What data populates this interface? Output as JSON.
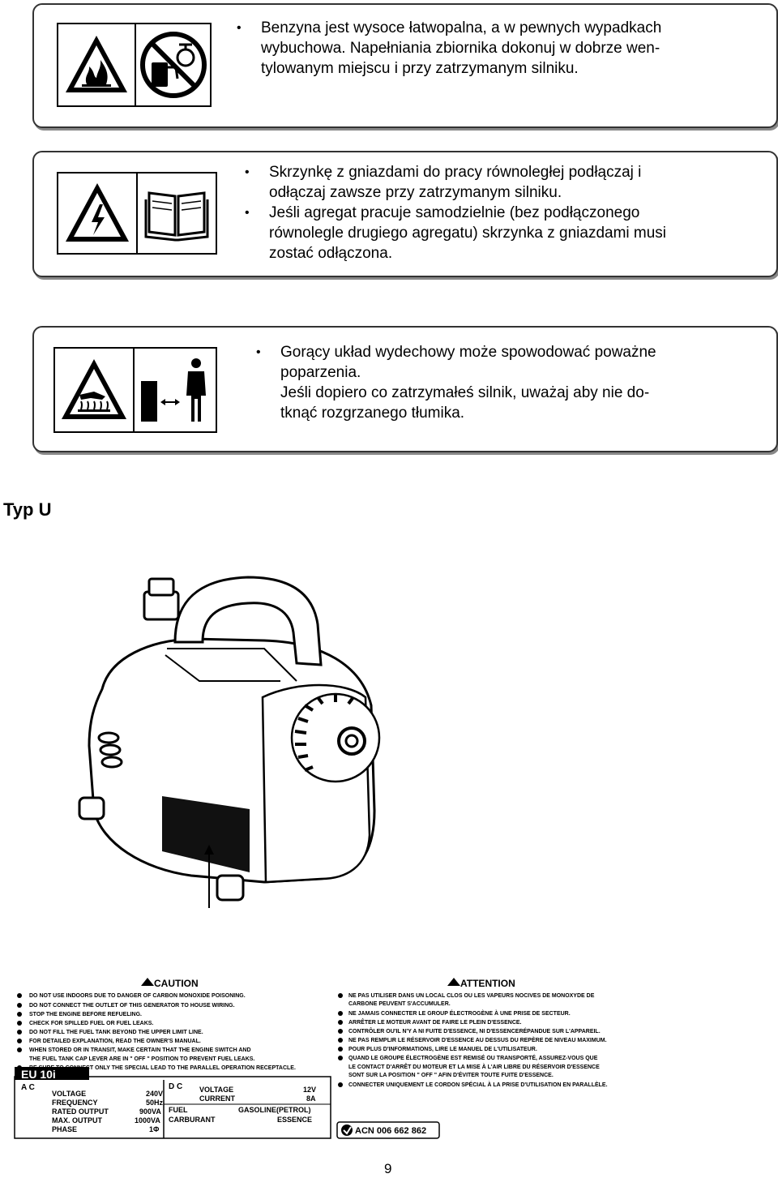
{
  "warnings": {
    "fuel": {
      "lines": [
        "Benzyna jest wysoce łatwopalna, a w pewnych wypadkach",
        "wybuchowa. Napełniania zbiornika dokonuj w dobrze wen-",
        "tylowanym miejscu i przy zatrzymanym silniku."
      ],
      "icons": [
        "fire-warning-icon",
        "no-fuel-running-icon"
      ]
    },
    "electric": {
      "item1": [
        "Skrzynkę z gniazdami do pracy równoległej podłączaj i",
        "odłączaj zawsze przy zatrzymanym silniku."
      ],
      "item2": [
        "Jeśli agregat pracuje samodzielnie (bez podłączonego",
        "równolegle drugiego agregatu) skrzynka z gniazdami musi",
        "zostać odłączona."
      ],
      "icons": [
        "electric-shock-warning-icon",
        "read-manual-icon"
      ]
    },
    "exhaust": {
      "item1": [
        "Gorący układ wydechowy może spowodować poważne",
        "poparzenia."
      ],
      "item2": [
        "Jeśli dopiero co zatrzymałeś silnik, uważaj aby nie do-",
        "tknąć rozgrzanego tłumika."
      ],
      "icons": [
        "hot-surface-warning-icon",
        "keep-distance-icon"
      ]
    }
  },
  "heading": "Typ U",
  "label": {
    "caution_title": "CAUTION",
    "caution_lines": [
      "DO NOT USE INDOORS DUE TO DANGER OF CARBON MONOXIDE POISONING.",
      "DO NOT CONNECT THE OUTLET OF THIS GENERATOR TO HOUSE WIRING.",
      "STOP THE ENGINE BEFORE REFUELING.",
      "CHECK FOR SPILLED FUEL OR FUEL LEAKS.",
      "DO NOT FILL THE FUEL TANK BEYOND THE UPPER LIMIT LINE.",
      "FOR DETAILED EXPLANATION, READ THE OWNER'S MANUAL.",
      "WHEN STORED OR IN TRANSIT, MAKE CERTAIN THAT THE ENGINE SWITCH AND",
      "THE FUEL TANK CAP LEVER ARE IN \" OFF \" POSITION TO PREVENT FUEL LEAKS.",
      "BE SURE TO CONNECT ONLY THE SPECIAL LEAD TO THE PARALLEL OPERATION RECEPTACLE."
    ],
    "attention_title": "ATTENTION",
    "attention_lines": [
      "NE PAS UTILISER DANS UN LOCAL CLOS OU LES VAPEURS NOCIVES DE MONOXYDE DE",
      "CARBONE PEUVENT S'ACCUMULER.",
      "NE JAMAIS CONNECTER LE GROUP ÉLECTROGÈNE À UNE PRISE DE SECTEUR.",
      "ARRÊTER LE MOTEUR AVANT DE FAIRE LE PLEIN D'ESSENCE.",
      "CONTRÔLER OU'IL N'Y A NI FUITE D'ESSENCE, NI D'ESSENCERÉPANDUE SUR L'APPAREIL.",
      "NE PAS REMPLIR LE RÉSERVOIR D'ESSENCE AU DESSUS DU REPÈRE DE NIVEAU MAXIMUM.",
      "POUR PLUS D'INFORMATIONS, LIRE LE MANUEL DE L'UTILISATEUR.",
      "QUAND LE GROUPE ÉLECTROGÈNE EST REMISÉ OU TRANSPORTÉ, ASSUREZ-VOUS QUE",
      "LE CONTACT D'ARRÊT DU MOTEUR ET LA MISE À L'AIR LIBRE DU RÉSERVOIR D'ESSENCE",
      "SONT SUR LA POSITION \" OFF \" AFIN D'ÉVITER TOUTE FUITE D'ESSENCE.",
      "CONNECTER UNIQUEMENT LE CORDON SPÉCIAL À LA PRISE D'UTILISATION EN PARALLÈLE."
    ],
    "model": "EU 10i",
    "ac_heading": "A C",
    "ac_rows": [
      {
        "k": "VOLTAGE",
        "v": "240V"
      },
      {
        "k": "FREQUENCY",
        "v": "50Hz"
      },
      {
        "k": "RATED OUTPUT",
        "v": "900VA"
      },
      {
        "k": "MAX. OUTPUT",
        "v": "1000VA"
      },
      {
        "k": "PHASE",
        "v": "1Φ"
      }
    ],
    "dc_heading": "D C",
    "dc_rows": [
      {
        "k": "VOLTAGE",
        "v": "12V"
      },
      {
        "k": "CURRENT",
        "v": "8A"
      }
    ],
    "fuel_rows": [
      {
        "k": "FUEL",
        "v": "GASOLINE(PETROL)"
      },
      {
        "k": "CARBURANT",
        "v": "ESSENCE"
      }
    ],
    "acn": "ACN 006 662 862"
  },
  "page_number": "9"
}
